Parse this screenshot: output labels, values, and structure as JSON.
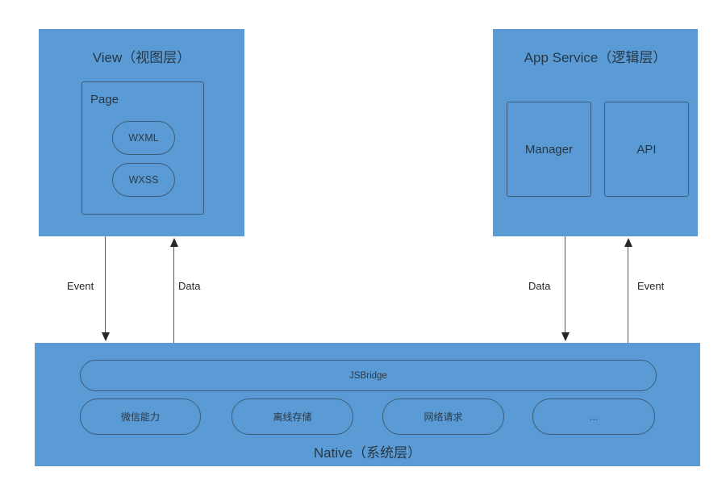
{
  "diagram": {
    "title_view": "View（视图层）",
    "title_app_service": "App Service（逻辑层）",
    "title_native": "Native（系统层）",
    "colors": {
      "panel_fill": "#5b9bd5",
      "box_stroke": "#3e5d77",
      "text": "#263845",
      "arrow": "#595959"
    }
  },
  "view_layer": {
    "title": "View（视图层）",
    "page_box": {
      "label": "Page",
      "items": [
        {
          "label": "WXML"
        },
        {
          "label": "WXSS"
        }
      ]
    }
  },
  "app_service_layer": {
    "title": "App Service（逻辑层）",
    "boxes": [
      {
        "label": "Manager"
      },
      {
        "label": "API"
      }
    ]
  },
  "native_layer": {
    "title": "Native（系统层）",
    "bridge": {
      "label": "JSBridge"
    },
    "capabilities": [
      {
        "label": "微信能力"
      },
      {
        "label": "离线存储"
      },
      {
        "label": "网络请求"
      },
      {
        "label": "..."
      }
    ]
  },
  "connections": [
    {
      "label": "Event",
      "direction": "down",
      "side": "left"
    },
    {
      "label": "Data",
      "direction": "up",
      "side": "left"
    },
    {
      "label": "Data",
      "direction": "down",
      "side": "right"
    },
    {
      "label": "Event",
      "direction": "up",
      "side": "right"
    }
  ]
}
